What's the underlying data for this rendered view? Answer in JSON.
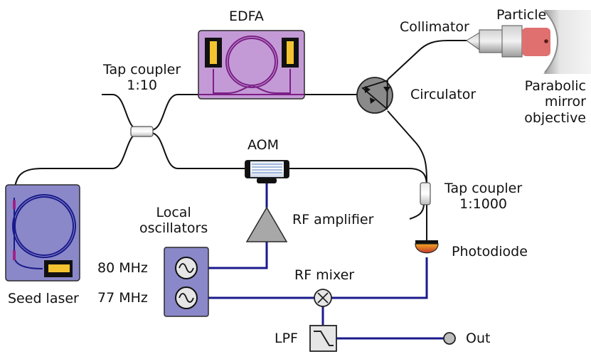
{
  "labels": {
    "edfa": "EDFA",
    "particle": "Particle",
    "collimator": "Collimator",
    "tap_coupler_1": [
      "Tap coupler",
      "1:10"
    ],
    "circulator": "Circulator",
    "parabolic_mirror": [
      "Parabolic",
      "mirror",
      "objective"
    ],
    "aom": "AOM",
    "tap_coupler_2": [
      "Tap coupler",
      "1:1000"
    ],
    "local_oscillators": [
      "Local",
      "oscillators"
    ],
    "rf_amplifier": "RF amplifier",
    "photodiode": "Photodiode",
    "freq_80": "80 MHz",
    "freq_77": "77 MHz",
    "rf_mixer": "RF mixer",
    "seed_laser": "Seed laser",
    "lpf": "LPF",
    "out": "Out"
  },
  "colors": {
    "fiber": "#111111",
    "rf_line": "#1a1a8c",
    "edfa_box": "#c49ad6",
    "edfa_coil": "#7b1f86",
    "seed_box": "#8a88c8",
    "seed_coil": "#1a1a8c",
    "osc_box": "#8a88c8",
    "laser_yellow": "#f4c430",
    "particle_red": "#e07070",
    "photodiode_orange": "#e8801a"
  }
}
